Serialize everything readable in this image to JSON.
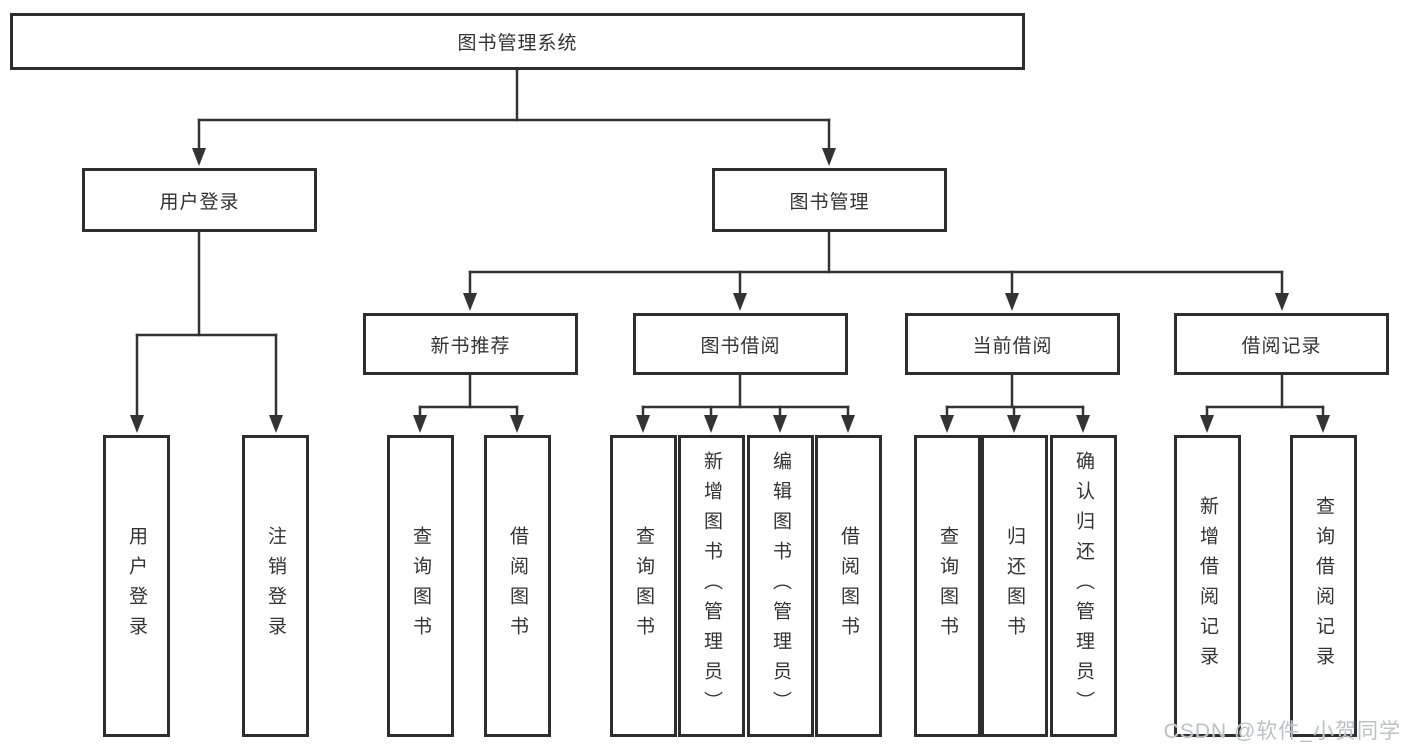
{
  "tree": {
    "root": {
      "label": "图书管理系统"
    },
    "children": [
      {
        "label": "用户登录",
        "children": [
          {
            "label": "用户登录"
          },
          {
            "label": "注销登录"
          }
        ]
      },
      {
        "label": "图书管理",
        "children": [
          {
            "label": "新书推荐",
            "children": [
              {
                "label": "查询图书"
              },
              {
                "label": "借阅图书"
              }
            ]
          },
          {
            "label": "图书借阅",
            "children": [
              {
                "label": "查询图书"
              },
              {
                "label": "新增图书（管理员）"
              },
              {
                "label": "编辑图书（管理员）"
              },
              {
                "label": "借阅图书"
              }
            ]
          },
          {
            "label": "当前借阅",
            "children": [
              {
                "label": "查询图书"
              },
              {
                "label": "归还图书"
              },
              {
                "label": "确认归还（管理员）"
              }
            ]
          },
          {
            "label": "借阅记录",
            "children": [
              {
                "label": "新增借阅记录"
              },
              {
                "label": "查询借阅记录"
              }
            ]
          }
        ]
      }
    ]
  },
  "watermark": {
    "text": "CSDN @软件_小贺同学"
  },
  "colors": {
    "line": "#333333",
    "node_border": "#2e2e2e",
    "background": "#ffffff",
    "text": "#333333",
    "watermark": "#bdc1c5"
  }
}
